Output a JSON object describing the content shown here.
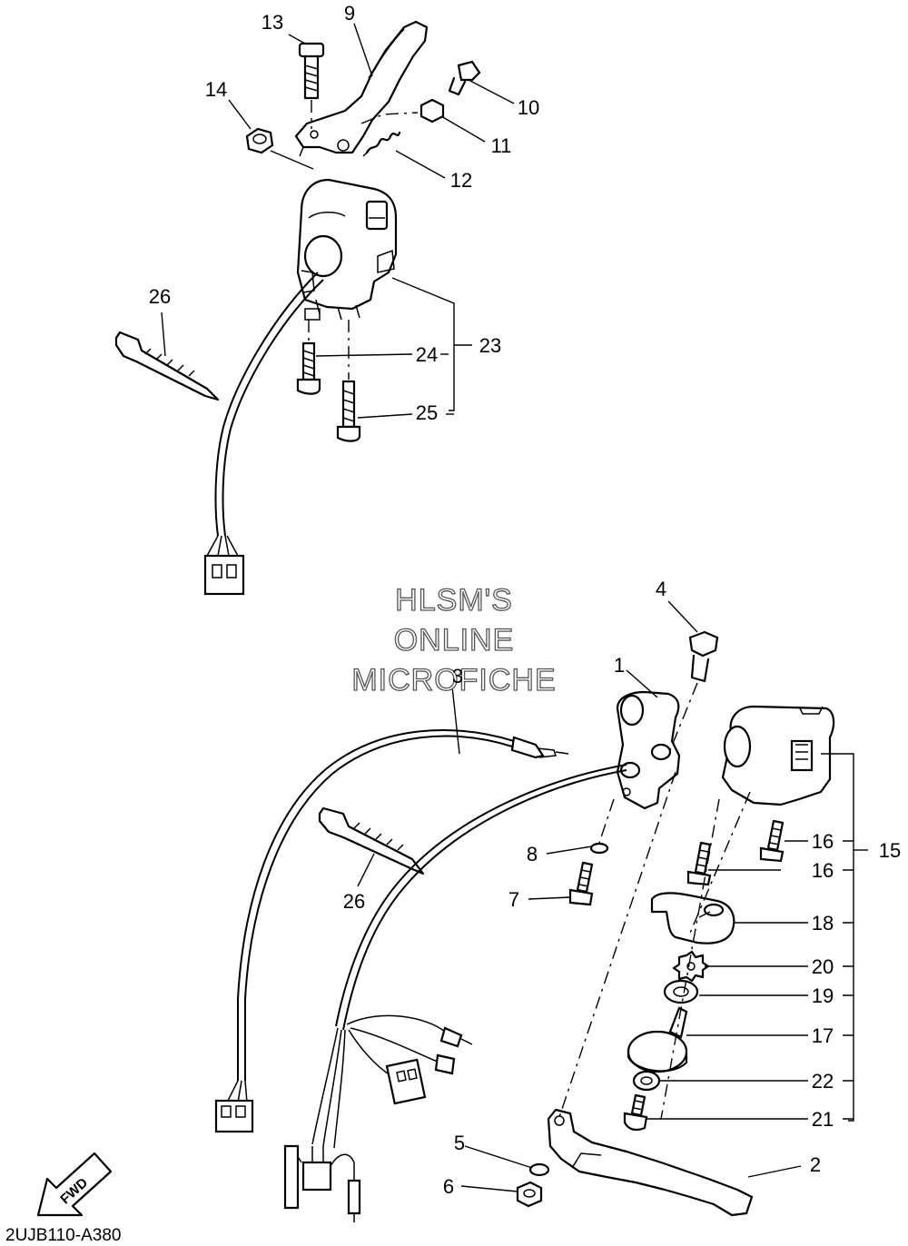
{
  "diagram_code": "2UJB110-A380",
  "watermark": {
    "line1": "HLSM'S",
    "line2": "ONLINE",
    "line3": "MICROFICHE"
  },
  "direction_label": "FWD",
  "callouts": {
    "c1": "1",
    "c2": "2",
    "c3": "3",
    "c4": "4",
    "c5": "5",
    "c6": "6",
    "c7": "7",
    "c8": "8",
    "c9": "9",
    "c10": "10",
    "c11": "11",
    "c12": "12",
    "c13": "13",
    "c14": "14",
    "c15": "15",
    "c16a": "16",
    "c16b": "16",
    "c17": "17",
    "c18": "18",
    "c19": "19",
    "c20": "20",
    "c21": "21",
    "c22": "22",
    "c23": "23",
    "c24": "24",
    "c25": "25",
    "c26a": "26",
    "c26b": "26"
  }
}
